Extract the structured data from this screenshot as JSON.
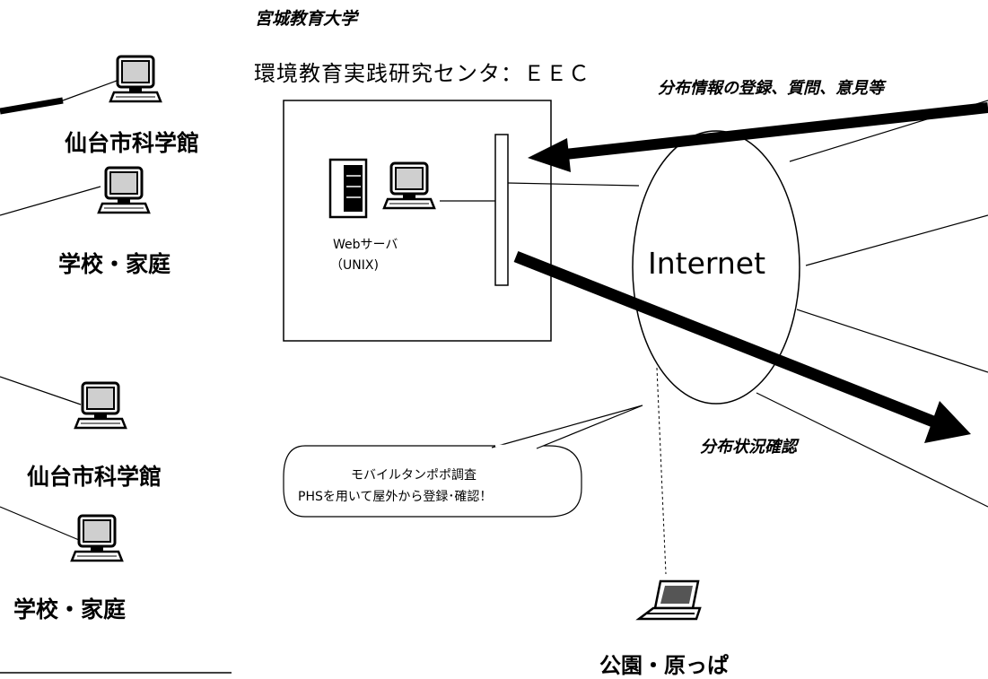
{
  "header": {
    "university": "宮城教育大学",
    "center": "環境教育実践研究センタ：ＥＥＣ"
  },
  "eec_box": {
    "server_label_1": "Webサーバ",
    "server_label_2": "（UNIX)"
  },
  "cloud": {
    "label": "Internet"
  },
  "arrows": {
    "register_label": "分布情報の登録、質問、意見等",
    "status_label": "分布状況確認"
  },
  "clients": [
    {
      "label": "仙台市科学館"
    },
    {
      "label": "学校・家庭"
    },
    {
      "label": "仙台市科学館"
    },
    {
      "label": "学校・家庭"
    }
  ],
  "mobile": {
    "bubble_line_1": "モバイルタンポポ調査",
    "bubble_line_2": "PHSを用いて屋外から登録･確認！",
    "location_label": "公園・原っぱ"
  },
  "icons": {
    "desktop": "desktop-computer-icon",
    "tower": "server-tower-icon",
    "laptop": "laptop-icon"
  }
}
